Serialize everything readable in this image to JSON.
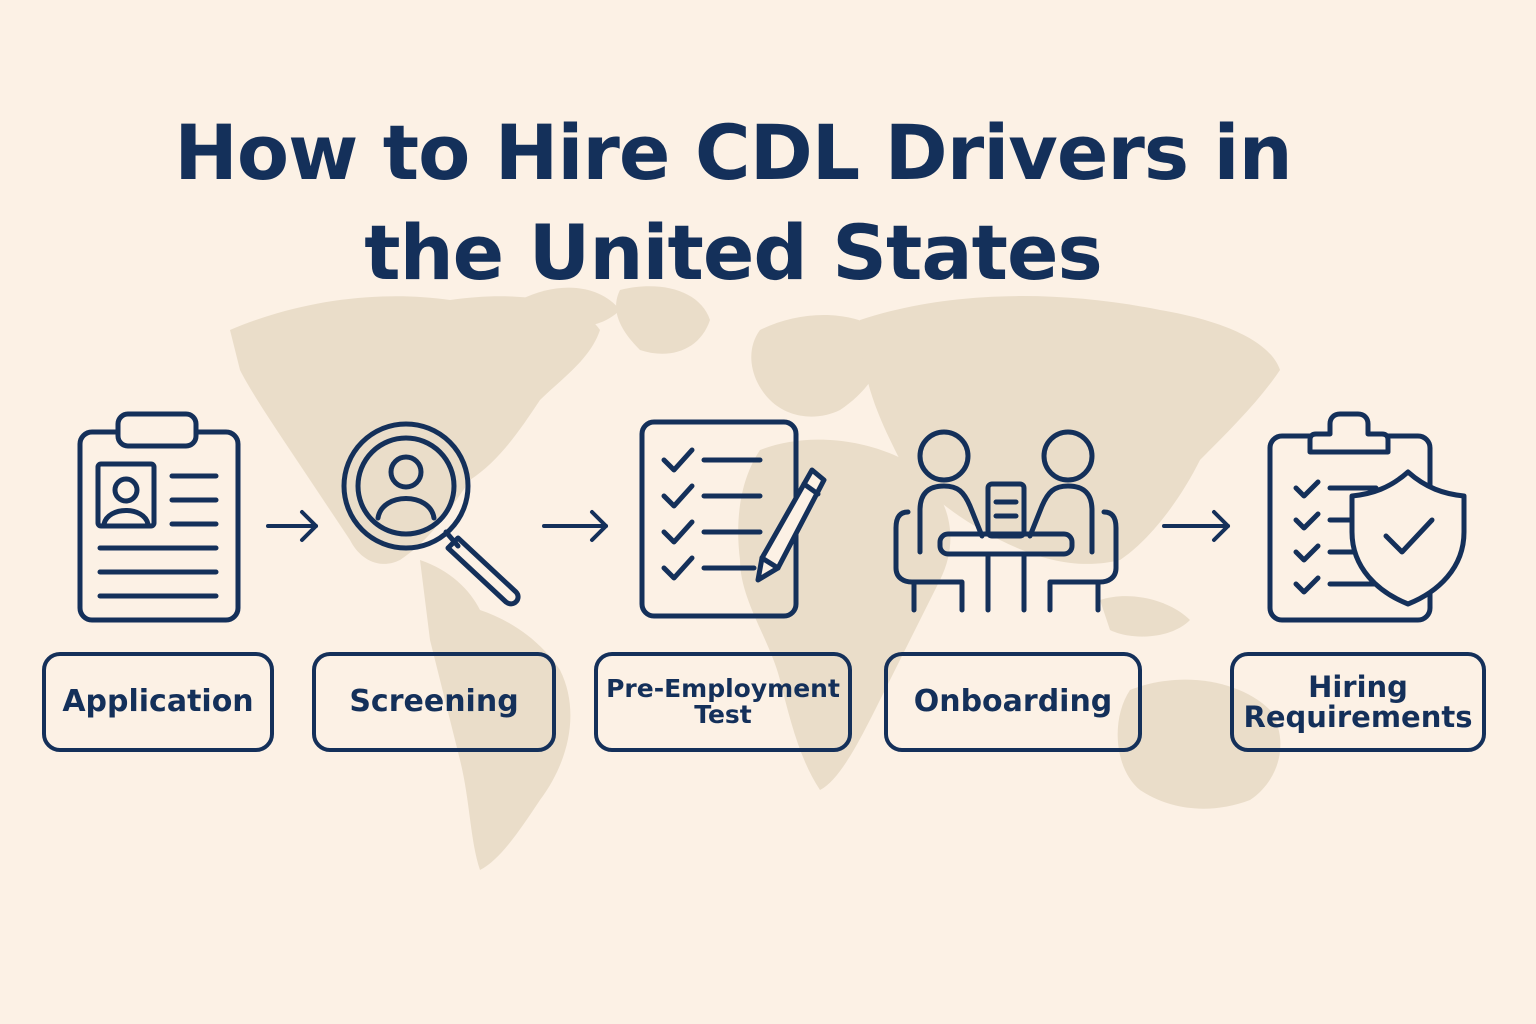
{
  "title": {
    "line1": "How to Hire CDL Drivers in",
    "line2": "the United States"
  },
  "colors": {
    "background": "#fcf1e5",
    "ink": "#14305a",
    "map": "#eaddc9"
  },
  "steps": [
    {
      "label_lines": [
        "Application"
      ],
      "icon": "application-clipboard-icon"
    },
    {
      "label_lines": [
        "Screening"
      ],
      "icon": "magnifier-person-icon"
    },
    {
      "label_lines": [
        "Pre-Employment",
        "Test"
      ],
      "icon": "checklist-pencil-icon"
    },
    {
      "label_lines": [
        "Onboarding"
      ],
      "icon": "meeting-table-icon"
    },
    {
      "label_lines": [
        "Hiring",
        "Requirements"
      ],
      "icon": "clipboard-shield-icon"
    }
  ],
  "arrows": [
    {
      "from": "Application",
      "to": "Screening",
      "icon": "arrow-right-icon"
    },
    {
      "from": "Screening",
      "to": "Pre-Employment Test",
      "icon": "arrow-right-icon"
    },
    {
      "from": "Onboarding",
      "to": "Hiring Requirements",
      "icon": "arrow-right-icon"
    }
  ],
  "background_graphic": "world-map-icon"
}
